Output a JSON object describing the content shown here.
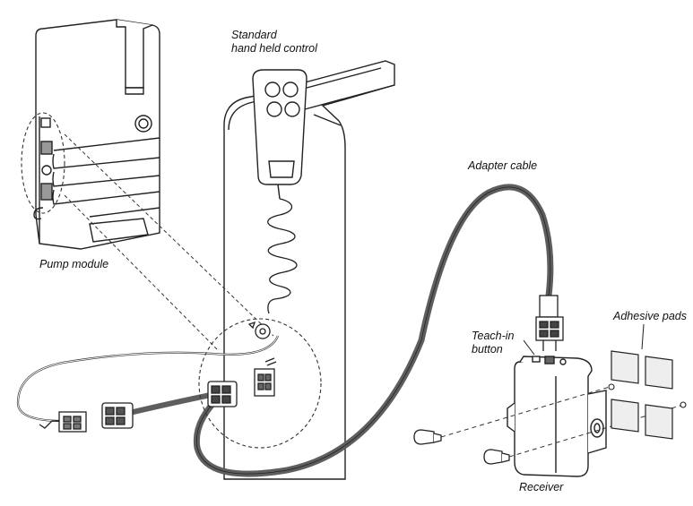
{
  "labels": {
    "standard_control_line1": "Standard",
    "standard_control_line2": "hand held control",
    "adapter_cable": "Adapter cable",
    "pump_module": "Pump module",
    "teach_in_line1": "Teach-in",
    "teach_in_line2": "button",
    "adhesive_pads": "Adhesive pads",
    "receiver": "Receiver"
  },
  "colors": {
    "line": "#222222",
    "cable_dark": "#5e5e5e",
    "fill": "#ffffff",
    "shade": "#d9d9d9",
    "pad": "#eeeeee"
  }
}
